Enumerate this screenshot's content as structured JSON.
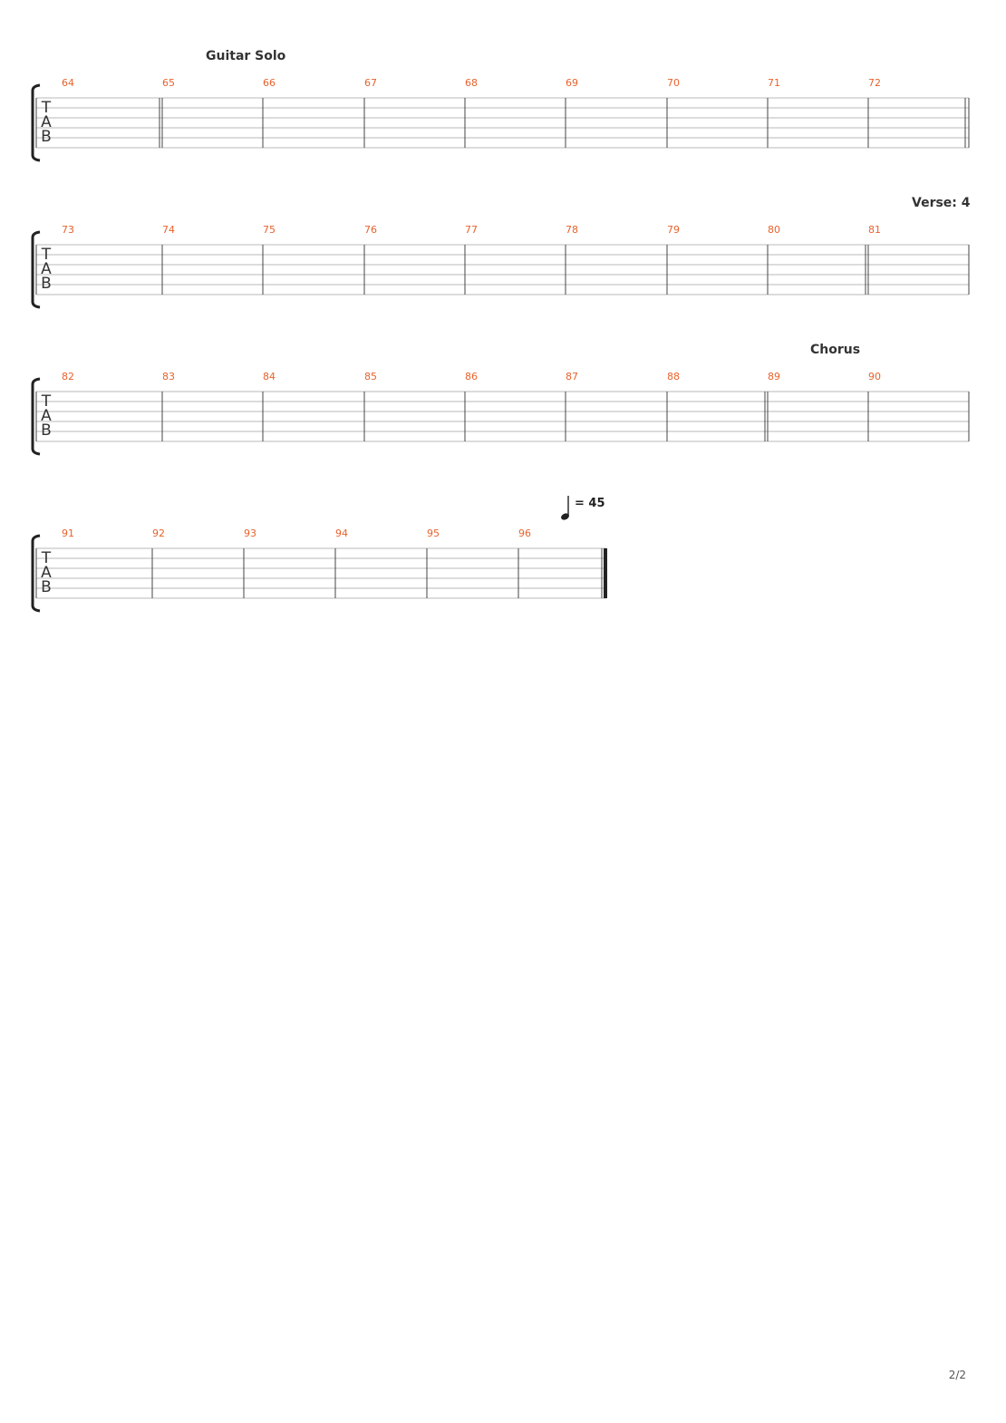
{
  "document": {
    "page_number": "2/2",
    "clef_letters": [
      "T",
      "A",
      "B"
    ],
    "colors": {
      "measure_number": "#e8622c",
      "staff_line": "#b8b8b8",
      "barline": "#444444",
      "bracket": "#222222",
      "label": "#333333"
    },
    "systems": [
      {
        "section_label": "Guitar Solo",
        "measures": [
          "64",
          "65",
          "66",
          "67",
          "68",
          "69",
          "70",
          "71",
          "72"
        ]
      },
      {
        "section_label": "Verse: 4",
        "measures": [
          "73",
          "74",
          "75",
          "76",
          "77",
          "78",
          "79",
          "80",
          "81"
        ]
      },
      {
        "section_label": "Chorus",
        "measures": [
          "82",
          "83",
          "84",
          "85",
          "86",
          "87",
          "88",
          "89",
          "90"
        ]
      },
      {
        "tempo": "= 45",
        "measures": [
          "91",
          "92",
          "93",
          "94",
          "95",
          "96"
        ]
      }
    ]
  }
}
